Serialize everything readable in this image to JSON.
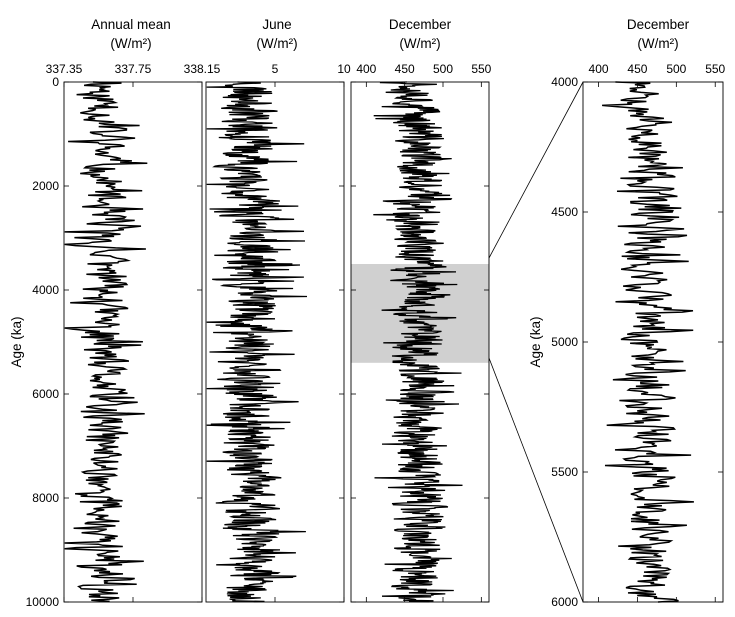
{
  "chart_data": [
    {
      "type": "line",
      "panel": "annual-mean",
      "title": "Annual mean",
      "title_unit": "(W/m²)",
      "ylabel": "Age (ka)",
      "x_ticks": [
        337.35,
        337.75,
        338.15
      ],
      "x_tick_labels": [
        "337.35",
        "337.75",
        "338.15"
      ],
      "xlim": [
        337.35,
        338.15
      ],
      "y_ticks": [
        0,
        2000,
        4000,
        6000,
        8000,
        10000
      ],
      "y_tick_labels": [
        "0",
        "2000",
        "4000",
        "6000",
        "8000",
        "10000"
      ],
      "ylim": [
        0,
        10000
      ],
      "y_inverted": true,
      "series": [
        {
          "color": "#000000",
          "generator": {
            "center": 337.58,
            "spread": 0.16,
            "spike_prob": 0.12,
            "spike_mag": 0.22,
            "step": 22,
            "seed": 11
          }
        }
      ]
    },
    {
      "type": "line",
      "panel": "june",
      "title": "June",
      "title_unit": "(W/m²)",
      "x_ticks": [
        5,
        10
      ],
      "x_tick_labels": [
        "5",
        "10"
      ],
      "xlim": [
        0,
        10
      ],
      "ylim": [
        0,
        10000
      ],
      "y_inverted": true,
      "series": [
        {
          "color": "#000000",
          "generator": {
            "center": 3.2,
            "spread": 2.4,
            "spike_prob": 0.1,
            "spike_mag": 3.5,
            "step": 11,
            "seed": 23
          }
        }
      ]
    },
    {
      "type": "line",
      "panel": "december",
      "title": "December",
      "title_unit": "(W/m²)",
      "x_ticks": [
        400,
        450,
        500,
        550
      ],
      "x_tick_labels": [
        "400",
        "450",
        "500",
        "550"
      ],
      "xlim": [
        380,
        560
      ],
      "ylim": [
        0,
        10000
      ],
      "y_inverted": true,
      "highlight_band": {
        "y_from": 3500,
        "y_to": 5400,
        "color": "#d0d0d0"
      },
      "series": [
        {
          "color": "#000000",
          "generator": {
            "center": 468,
            "spread": 40,
            "spike_prob": 0.1,
            "spike_mag": 48,
            "step": 11,
            "seed": 37
          }
        }
      ]
    },
    {
      "type": "line",
      "panel": "december-zoom",
      "title": "December",
      "title_unit": "(W/m²)",
      "ylabel": "Age (ka)",
      "x_ticks": [
        400,
        450,
        500,
        550
      ],
      "x_tick_labels": [
        "400",
        "450",
        "500",
        "550"
      ],
      "xlim": [
        380,
        560
      ],
      "y_ticks": [
        4000,
        4500,
        5000,
        5500,
        6000
      ],
      "y_tick_labels": [
        "4000",
        "4500",
        "5000",
        "5500",
        "6000"
      ],
      "ylim": [
        4000,
        6000
      ],
      "y_inverted": true,
      "series": [
        {
          "color": "#000000",
          "generator": {
            "center": 465,
            "spread": 40,
            "spike_prob": 0.14,
            "spike_mag": 45,
            "step": 5,
            "seed": 53
          }
        }
      ]
    }
  ]
}
